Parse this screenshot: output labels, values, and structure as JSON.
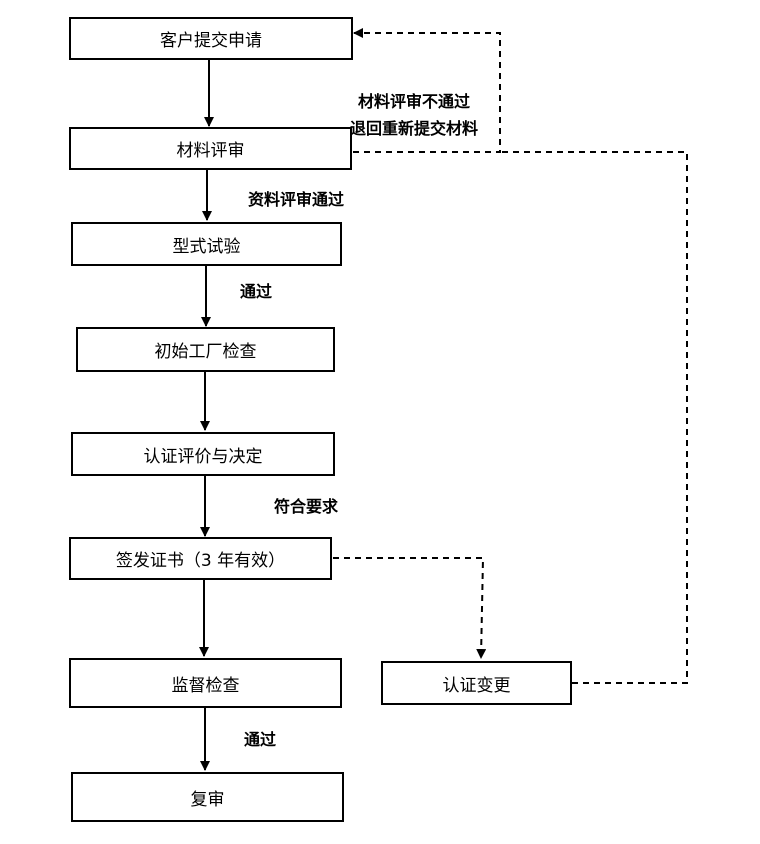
{
  "nodes": {
    "submit": "客户提交申请",
    "review": "材料评审",
    "type_test": "型式试验",
    "factory_inspection": "初始工厂检查",
    "evaluation": "认证评价与决定",
    "certificate": "签发证书（3 年有效）",
    "supervision": "监督检查",
    "re_review": "复审",
    "change": "认证变更"
  },
  "edge_labels": {
    "review_passed": "资料评审通过",
    "test_passed": "通过",
    "meets_requirements": "符合要求",
    "supervision_passed": "通过",
    "review_failed_line1": "材料评审不通过",
    "review_failed_line2": "退回重新提交材料"
  }
}
